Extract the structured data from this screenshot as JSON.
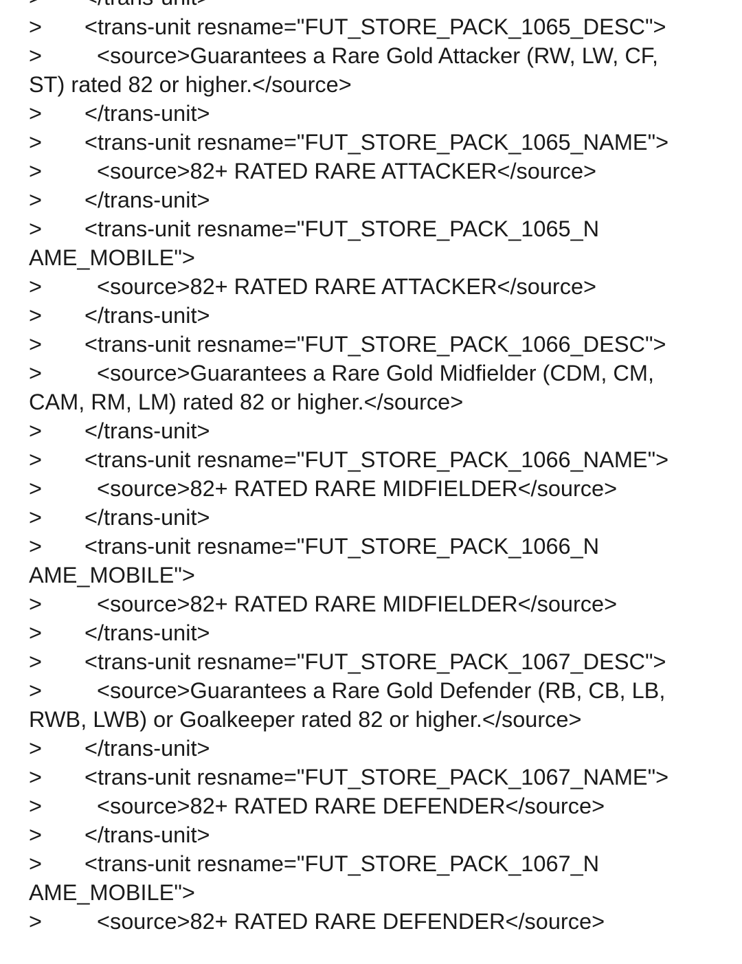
{
  "document": {
    "quote_marker": ">",
    "lines": [
      {
        "q": true,
        "indent": 1,
        "text": "</trans-unit>"
      },
      {
        "q": true,
        "indent": 1,
        "text": "<trans-unit resname=\"FUT_STORE_PACK_1065_DESC\">"
      },
      {
        "q": true,
        "indent": 2,
        "text": "<source>Guarantees a Rare Gold Attacker (RW, LW, CF,"
      },
      {
        "q": false,
        "indent": 0,
        "text": "ST) rated 82 or higher.</source>"
      },
      {
        "q": true,
        "indent": 1,
        "text": "</trans-unit>"
      },
      {
        "q": true,
        "indent": 1,
        "text": "<trans-unit resname=\"FUT_STORE_PACK_1065_NAME\">"
      },
      {
        "q": true,
        "indent": 2,
        "text": "<source>82+ RATED RARE ATTACKER</source>"
      },
      {
        "q": true,
        "indent": 1,
        "text": "</trans-unit>"
      },
      {
        "q": true,
        "indent": 1,
        "text": "<trans-unit resname=\"FUT_STORE_PACK_1065_N"
      },
      {
        "q": false,
        "indent": 0,
        "text": "AME_MOBILE\">"
      },
      {
        "q": true,
        "indent": 2,
        "text": "<source>82+ RATED RARE ATTACKER</source>"
      },
      {
        "q": true,
        "indent": 1,
        "text": "</trans-unit>"
      },
      {
        "q": true,
        "indent": 1,
        "text": "<trans-unit resname=\"FUT_STORE_PACK_1066_DESC\">"
      },
      {
        "q": true,
        "indent": 2,
        "text": "<source>Guarantees a Rare Gold Midfielder (CDM, CM,"
      },
      {
        "q": false,
        "indent": 0,
        "text": "CAM, RM, LM) rated 82 or higher.</source>"
      },
      {
        "q": true,
        "indent": 1,
        "text": "</trans-unit>"
      },
      {
        "q": true,
        "indent": 1,
        "text": "<trans-unit resname=\"FUT_STORE_PACK_1066_NAME\">"
      },
      {
        "q": true,
        "indent": 2,
        "text": "<source>82+ RATED RARE MIDFIELDER</source>"
      },
      {
        "q": true,
        "indent": 1,
        "text": "</trans-unit>"
      },
      {
        "q": true,
        "indent": 1,
        "text": "<trans-unit resname=\"FUT_STORE_PACK_1066_N"
      },
      {
        "q": false,
        "indent": 0,
        "text": "AME_MOBILE\">"
      },
      {
        "q": true,
        "indent": 2,
        "text": "<source>82+ RATED RARE MIDFIELDER</source>"
      },
      {
        "q": true,
        "indent": 1,
        "text": "</trans-unit>"
      },
      {
        "q": true,
        "indent": 1,
        "text": "<trans-unit resname=\"FUT_STORE_PACK_1067_DESC\">"
      },
      {
        "q": true,
        "indent": 2,
        "text": "<source>Guarantees a Rare Gold Defender (RB, CB, LB,"
      },
      {
        "q": false,
        "indent": 0,
        "text": "RWB, LWB) or Goalkeeper rated 82 or higher.</source>"
      },
      {
        "q": true,
        "indent": 1,
        "text": "</trans-unit>"
      },
      {
        "q": true,
        "indent": 1,
        "text": "<trans-unit resname=\"FUT_STORE_PACK_1067_NAME\">"
      },
      {
        "q": true,
        "indent": 2,
        "text": "<source>82+ RATED RARE DEFENDER</source>"
      },
      {
        "q": true,
        "indent": 1,
        "text": "</trans-unit>"
      },
      {
        "q": true,
        "indent": 1,
        "text": "<trans-unit resname=\"FUT_STORE_PACK_1067_N"
      },
      {
        "q": false,
        "indent": 0,
        "text": "AME_MOBILE\">"
      },
      {
        "q": true,
        "indent": 2,
        "text": "<source>82+ RATED RARE DEFENDER</source>"
      }
    ]
  }
}
